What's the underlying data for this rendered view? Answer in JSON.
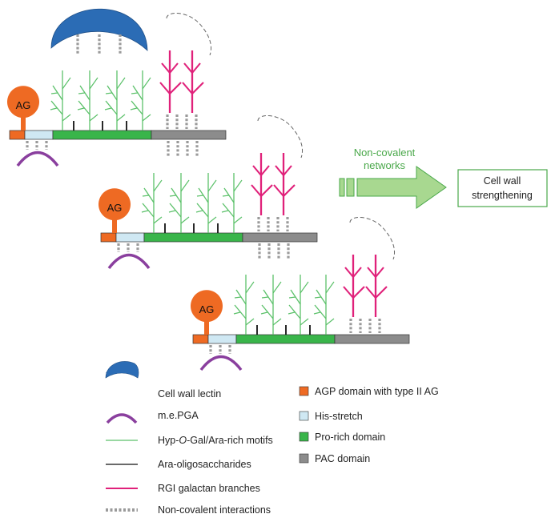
{
  "molecule": {
    "ag_label": "AG"
  },
  "arrow": {
    "label_line1": "Non-covalent",
    "label_line2": "networks"
  },
  "result_box": {
    "line1": "Cell wall",
    "line2": "strengthening"
  },
  "legend_left": [
    {
      "key": "lectin",
      "label": "Cell wall lectin",
      "icon": "lectin-icon"
    },
    {
      "key": "mepga",
      "label": "m.e.PGA",
      "icon": "mepga-arc-icon"
    },
    {
      "key": "hyp",
      "label_pre": "Hyp-",
      "label_italic": "O",
      "label_post": "-Gal/Ara-rich motifs",
      "icon": "green-line-icon"
    },
    {
      "key": "ara",
      "label": "Ara-oligosaccharides",
      "icon": "black-line-icon"
    },
    {
      "key": "rgi",
      "label": "RGI galactan branches",
      "icon": "magenta-line-icon"
    },
    {
      "key": "noncov",
      "label": "Non-covalent interactions",
      "icon": "dotted-line-icon"
    }
  ],
  "legend_right": [
    {
      "key": "agp",
      "label": "AGP domain with type II AG",
      "color": "#ee6a23"
    },
    {
      "key": "his",
      "label": "His-stretch",
      "color": "#cfe8f3"
    },
    {
      "key": "pro",
      "label": "Pro-rich domain",
      "color": "#39b54a"
    },
    {
      "key": "pac",
      "label": "PAC domain",
      "color": "#8c8c8c"
    }
  ],
  "colors": {
    "ag": "#ee6a23",
    "his": "#cfe8f3",
    "pro": "#39b54a",
    "pac": "#8c8c8c",
    "lectin": "#2b6cb5",
    "mepga": "#8a3f9e",
    "hyp_motif": "#5cc16a",
    "rgi": "#e0217a",
    "dots": "#9a9a9a",
    "arrow_fill": "#a8d890",
    "arrow_stroke": "#4aa84a",
    "box_stroke": "#4aa84a",
    "arrow_text": "#4aa84a"
  }
}
